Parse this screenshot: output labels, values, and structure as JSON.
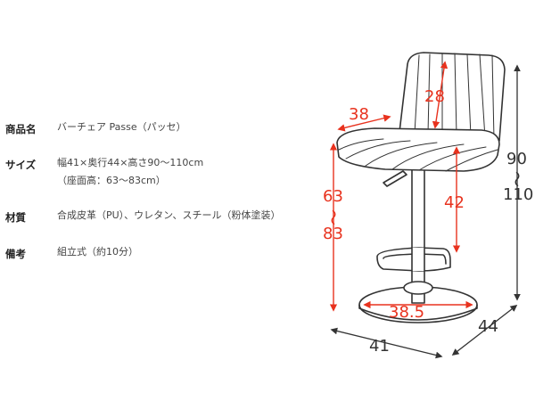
{
  "specs": {
    "name": {
      "label": "商品名",
      "value": "バーチェア Passe（パッセ）"
    },
    "size": {
      "label": "サイズ",
      "value_line1": "幅41×奥行44×高さ90〜110cm",
      "value_line2": "（座面高：63〜83cm）"
    },
    "material": {
      "label": "材質",
      "value": "合成皮革（PU）、ウレタン、スチール（粉体塗装）"
    },
    "note": {
      "label": "備考",
      "value": "組立式（約10分）"
    }
  },
  "dimensions": {
    "back_height": "28",
    "seat_width_top": "38",
    "seat_height_min": "63",
    "seat_height_tilde": "～",
    "seat_height_max": "83",
    "footrest_height": "42",
    "base_diameter": "38.5",
    "total_height_min": "90",
    "total_height_tilde": "～",
    "total_height_max": "110",
    "width": "41",
    "depth": "44"
  },
  "colors": {
    "dimension": "#e8321e",
    "outline": "#333333"
  }
}
